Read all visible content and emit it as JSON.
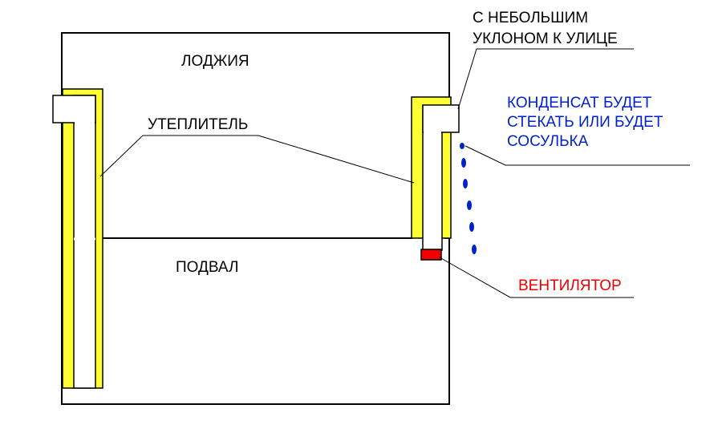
{
  "labels": {
    "loggia": "ЛОДЖИЯ",
    "basement": "ПОДВАЛ",
    "insulation": "УТЕПЛИТЕЛЬ",
    "slope_line1": "С НЕБОЛЬШИМ",
    "slope_line2": "УКЛОНОМ К УЛИЦЕ",
    "condensate_line1": "КОНДЕНСАТ БУДЕТ",
    "condensate_line2": "СТЕКАТЬ ИЛИ БУДЕТ",
    "condensate_line3": "СОСУЛЬКА",
    "fan": "ВЕНТИЛЯТОР"
  },
  "colors": {
    "insulation": "#ffff33",
    "fan": "#ee0000",
    "condensate": "#0022cc",
    "fan_label": "#ee0000",
    "ink": "#000000"
  }
}
